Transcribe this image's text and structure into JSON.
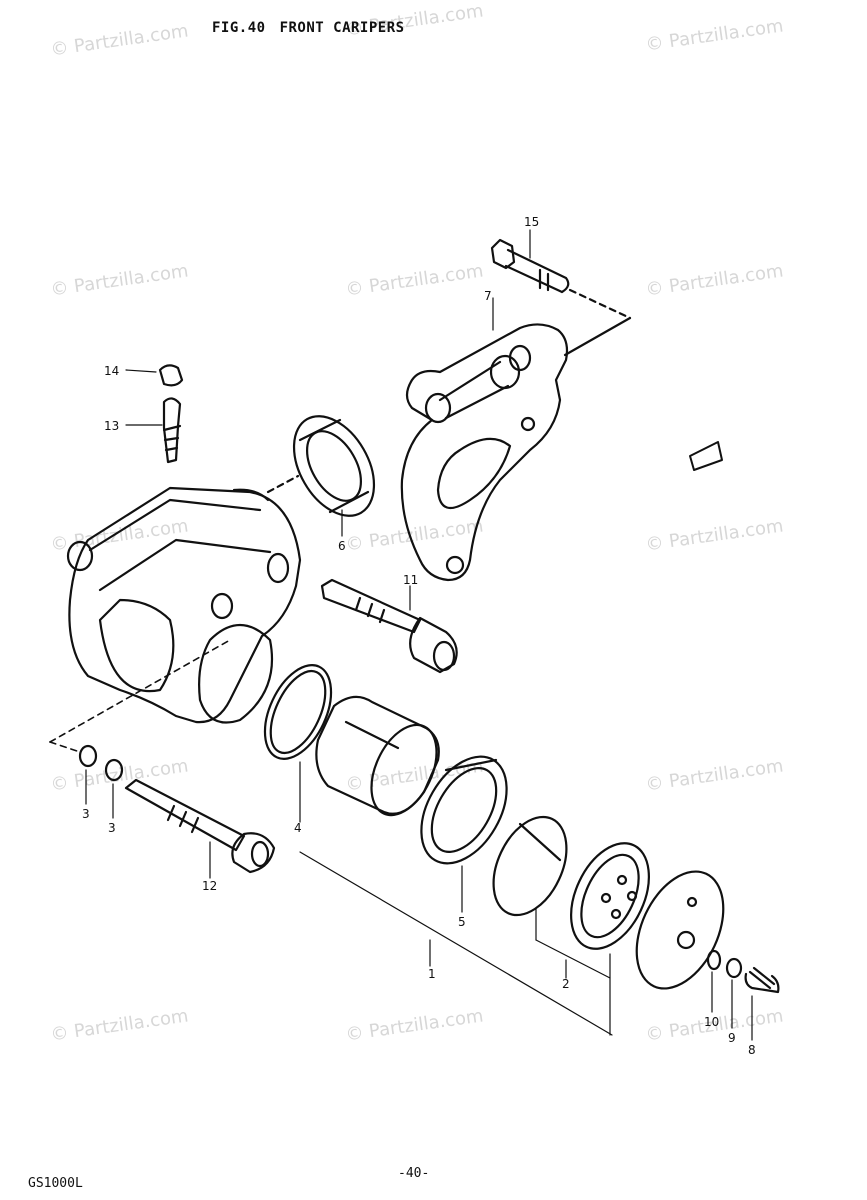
{
  "header": {
    "fig_label": "FIG.40",
    "title": "FRONT CARIPERS"
  },
  "footer": {
    "page_number": "-40-",
    "model_code": "GS1000L"
  },
  "watermark": "© Partzilla.com",
  "part_numbers": [
    "1",
    "2",
    "3",
    "3",
    "4",
    "5",
    "6",
    "7",
    "8",
    "9",
    "10",
    "11",
    "12",
    "13",
    "14",
    "15"
  ]
}
